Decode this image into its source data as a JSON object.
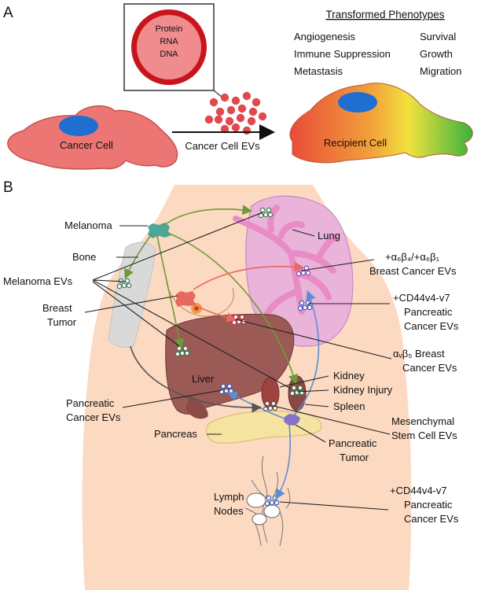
{
  "panel_a": {
    "letter": "A",
    "cargo": [
      "Protein",
      "RNA",
      "DNA"
    ],
    "phenotypes_title": "Transformed Phenotypes",
    "phenotypes_left": [
      "Angiogenesis",
      "Immune Suppression",
      "Metastasis"
    ],
    "phenotypes_right": [
      "Survival",
      "Growth",
      "Migration"
    ],
    "cancer_cell": "Cancer Cell",
    "evs_label": "Cancer Cell EVs",
    "recipient_cell": "Recipient Cell"
  },
  "panel_b": {
    "letter": "B",
    "labels": {
      "melanoma": "Melanoma",
      "bone": "Bone",
      "melanoma_evs": "Melanoma EVs",
      "breast_tumor_1": "Breast",
      "breast_tumor_2": "Tumor",
      "lung": "Lung",
      "integrin_breast_1": "+α₆β₄/+α₆β₁",
      "integrin_breast_2": "Breast Cancer EVs",
      "cd44_lung_1": "+CD44v4-v7",
      "cd44_lung_2": "Pancreatic",
      "cd44_lung_3": "Cancer EVs",
      "avb5_1": "αᵥβ₅ Breast",
      "avb5_2": "Cancer EVs",
      "liver": "Liver",
      "kidney": "Kidney",
      "kidney_injury": "Kidney Injury",
      "spleen": "Spleen",
      "pancreatic_evs_1": "Pancreatic",
      "pancreatic_evs_2": "Cancer EVs",
      "msc_1": "Mesenchymal",
      "msc_2": "Stem Cell EVs",
      "pancreas": "Pancreas",
      "pancreatic_tumor_1": "Pancreatic",
      "pancreatic_tumor_2": "Tumor",
      "lymph_1": "Lymph",
      "lymph_2": "Nodes",
      "cd44_lymph_1": "+CD44v4-v7",
      "cd44_lymph_2": "Pancreatic",
      "cd44_lymph_3": "Cancer EVs"
    }
  },
  "colors": {
    "cancer_cell": "#ec7673",
    "nucleus": "#1f6fd1",
    "ev": "#e04a4f",
    "skin": "#fcd9c1",
    "lung": "#e9b2dc",
    "liver": "#9b5a55",
    "bone": "#d9d9d9",
    "pancreas": "#f5e3a2",
    "green_arrow": "#6f9a3a",
    "red_arrow": "#e9685f",
    "blue_arrow": "#5b8fd4"
  }
}
